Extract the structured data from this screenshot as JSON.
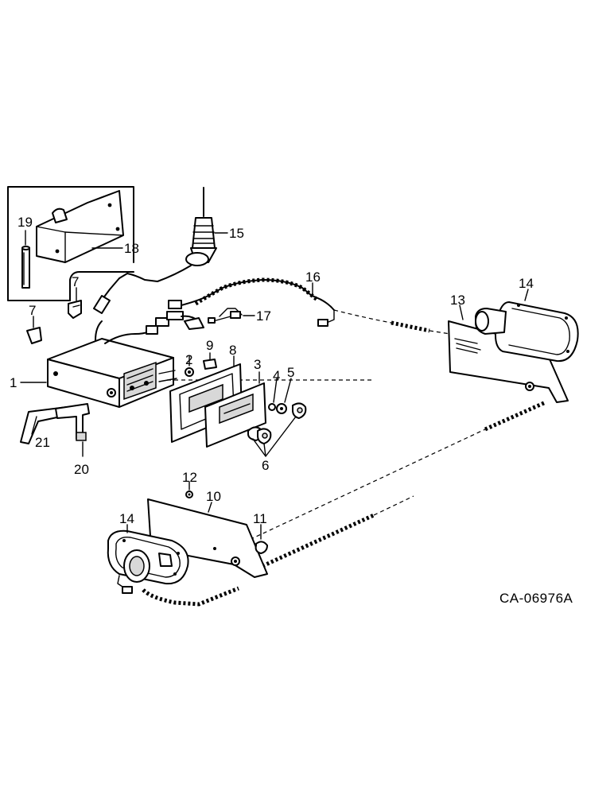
{
  "labels": {
    "l1": "1",
    "l2": "2",
    "l3": "3",
    "l4": "4",
    "l5": "5",
    "l6": "6",
    "l7a": "7",
    "l7b": "7",
    "l8": "8",
    "l9": "9",
    "l10": "10",
    "l11": "11",
    "l12": "12",
    "l13": "13",
    "l14a": "14",
    "l14b": "14",
    "l15": "15",
    "l16": "16",
    "l17": "17",
    "l18": "18",
    "l19": "19",
    "l20": "20",
    "l21": "21"
  },
  "reference": "CA-06976A"
}
